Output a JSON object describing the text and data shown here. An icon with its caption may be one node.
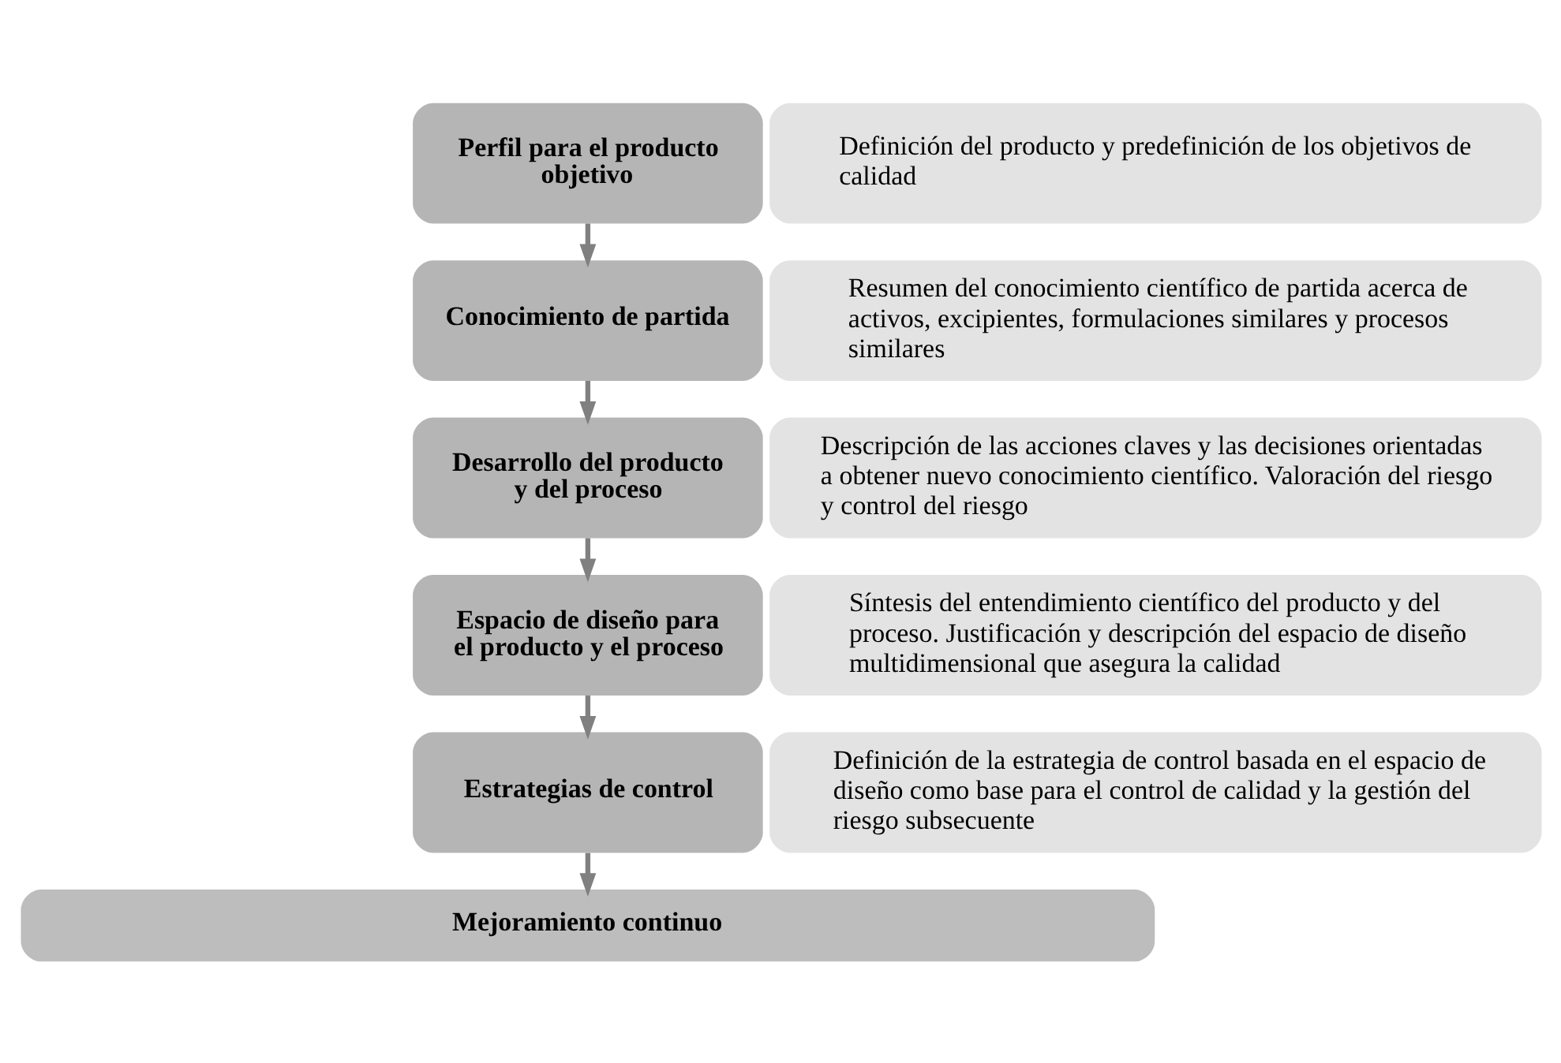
{
  "diagram": {
    "nodes": [
      {
        "text": [
          "Perfil para el producto objetivo"
        ]
      },
      {
        "text": [
          "Definición del producto y predefinición de los objetivos de calidad"
        ]
      },
      {
        "text": [
          "Conocimiento de partida"
        ]
      },
      {
        "text": [
          "Resumen del conocimiento científico de partida acerca de activos, excipientes, formulaciones similares y procesos similares"
        ]
      },
      {
        "text": [
          "Desarrollo del producto y del proceso"
        ]
      },
      {
        "text": [
          "Descripción de las acciones claves y las decisiones orientadas a obtener nuevo conocimiento científico. Valoración del riesgo y control del riesgo"
        ]
      },
      {
        "text": [
          "Espacio de diseño para el producto y el proceso"
        ]
      },
      {
        "text": [
          "Síntesis del entendimiento científico del producto y del proceso. Justificación y descripción del espacio de diseño multidimensional que asegura la calidad"
        ]
      },
      {
        "text": [
          "Estrategias de control"
        ]
      },
      {
        "text": [
          "Definición de la estrategia de control basada en el espacio de diseño como base para el control de calidad y la gestión del riesgo subsecuente"
        ]
      },
      {
        "text": [
          "Mejoramiento continuo"
        ]
      }
    ],
    "edges": [
      {
        "from": 0,
        "to": 2,
        "arrow": "to"
      },
      {
        "from": 2,
        "to": 4,
        "arrow": "to"
      },
      {
        "from": 4,
        "to": 6,
        "arrow": "to"
      },
      {
        "from": 6,
        "to": 8,
        "arrow": "to"
      },
      {
        "from": 8,
        "to": 10,
        "arrow": "to"
      }
    ]
  }
}
